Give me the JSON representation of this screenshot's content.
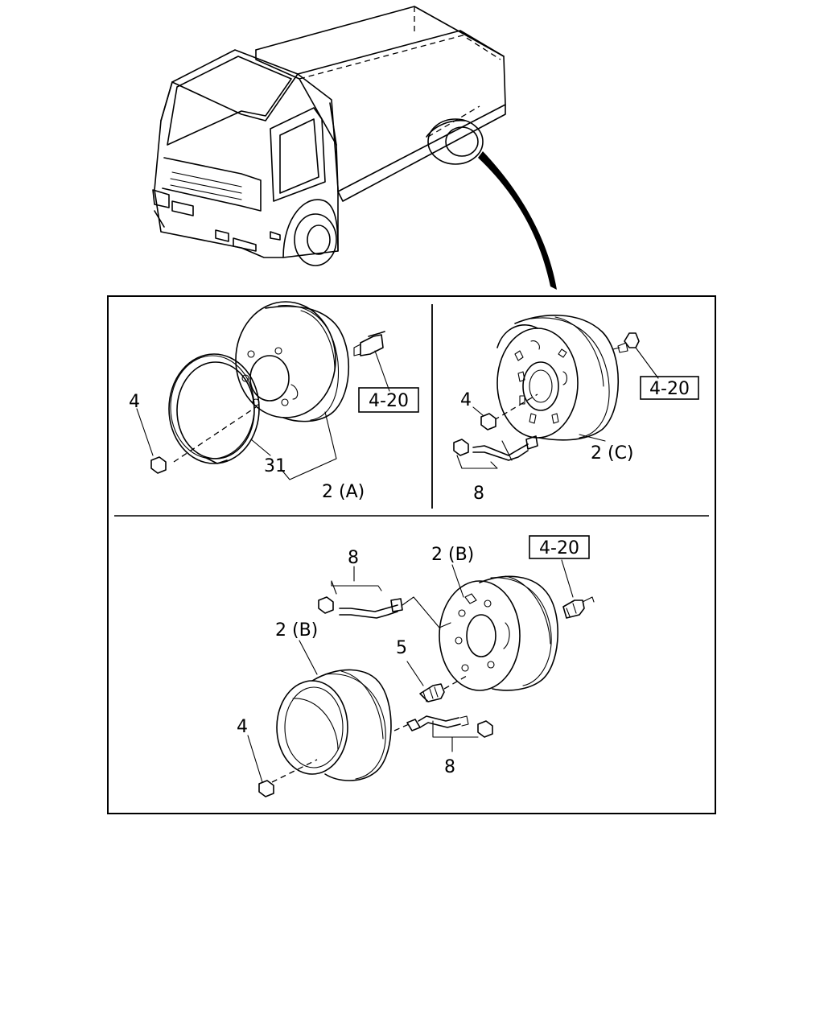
{
  "labels": {
    "upper_left": {
      "nut": "4",
      "ring": "31",
      "wheel": "2 (A)",
      "ref": "4-20"
    },
    "upper_right": {
      "nut": "4",
      "valve": "8",
      "wheel": "2 (C)",
      "ref": "4-20"
    },
    "lower": {
      "ref": "4-20",
      "valve_top": "8",
      "wheel_inner": "2 (B)",
      "wheel_outer": "2 (B)",
      "stud": "5",
      "nut": "4",
      "valve_bottom": "8"
    }
  }
}
